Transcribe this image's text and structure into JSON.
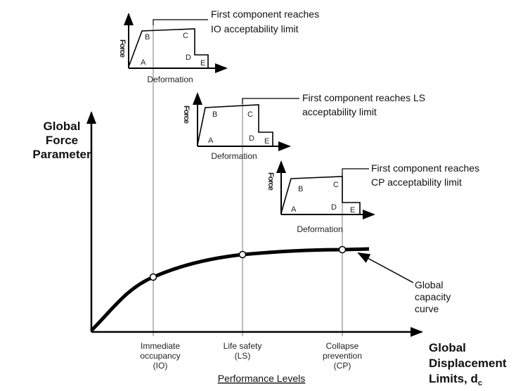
{
  "y_axis_label": [
    "Global",
    "Force",
    "Parameter"
  ],
  "x_axis_label": [
    "Global",
    "Displacement",
    "Limits, d",
    "c"
  ],
  "performance_levels_title": "Performance Levels",
  "levels": [
    {
      "lines": [
        "Immediate",
        "occupancy",
        "(IO)"
      ]
    },
    {
      "lines": [
        "Life safety",
        "(LS)"
      ]
    },
    {
      "lines": [
        "Collapse",
        "prevention",
        "(CP)"
      ]
    }
  ],
  "capacity_curve_label": [
    "Global",
    "capacity",
    "curve"
  ],
  "insets": [
    {
      "callout": [
        "First component reaches",
        "IO acceptability limit"
      ]
    },
    {
      "callout": [
        "First component reaches LS",
        "acceptability limit"
      ]
    },
    {
      "callout": [
        "First component reaches",
        "CP acceptability limit"
      ]
    }
  ],
  "inset_axis": {
    "y": "Force",
    "x": "Deformation"
  },
  "points": [
    "A",
    "B",
    "C",
    "D",
    "E"
  ]
}
